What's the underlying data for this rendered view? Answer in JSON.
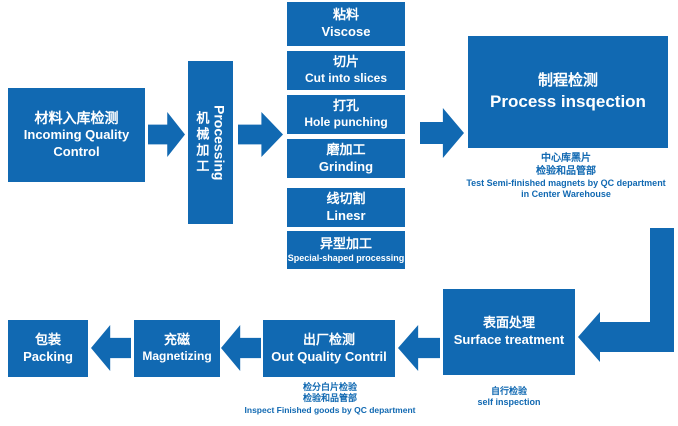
{
  "colors": {
    "primary": "#1169b2",
    "background": "#ffffff"
  },
  "nodes": {
    "incoming": {
      "zh": "材料入库检测",
      "en": "Incoming Quality Control"
    },
    "processing": {
      "zh": "机械加工",
      "en": "Processing"
    },
    "steps": [
      {
        "zh": "粘料",
        "en": "Viscose"
      },
      {
        "zh": "切片",
        "en": "Cut into slices"
      },
      {
        "zh": "打孔",
        "en": "Hole punching"
      },
      {
        "zh": "磨加工",
        "en": "Grinding"
      },
      {
        "zh": "线切割",
        "en": "Linesr"
      },
      {
        "zh": "异型加工",
        "en": "Special-shaped processing"
      }
    ],
    "process_inspection": {
      "zh": "制程检测",
      "en": "Process insqection"
    },
    "surface_treatment": {
      "zh": "表面处理",
      "en": "Surface treatment"
    },
    "out_quality": {
      "zh": "出厂检测",
      "en": "Out Quality Contril"
    },
    "magnetizing": {
      "zh": "充磁",
      "en": "Magnetizing"
    },
    "packing": {
      "zh": "包装",
      "en": "Packing"
    }
  },
  "annotations": {
    "process_inspection": {
      "line1": "中心库黑片",
      "line2": "检验和品管部",
      "line3": "Test Semi-finished magnets by QC department",
      "line4": "in Center Warehouse"
    },
    "surface_treatment": {
      "line1": "自行检验",
      "line2": "self inspection"
    },
    "out_quality": {
      "line1": "检分白片检验",
      "line2": "检验和品管部",
      "line3": "Inspect Finished goods by QC department"
    }
  }
}
